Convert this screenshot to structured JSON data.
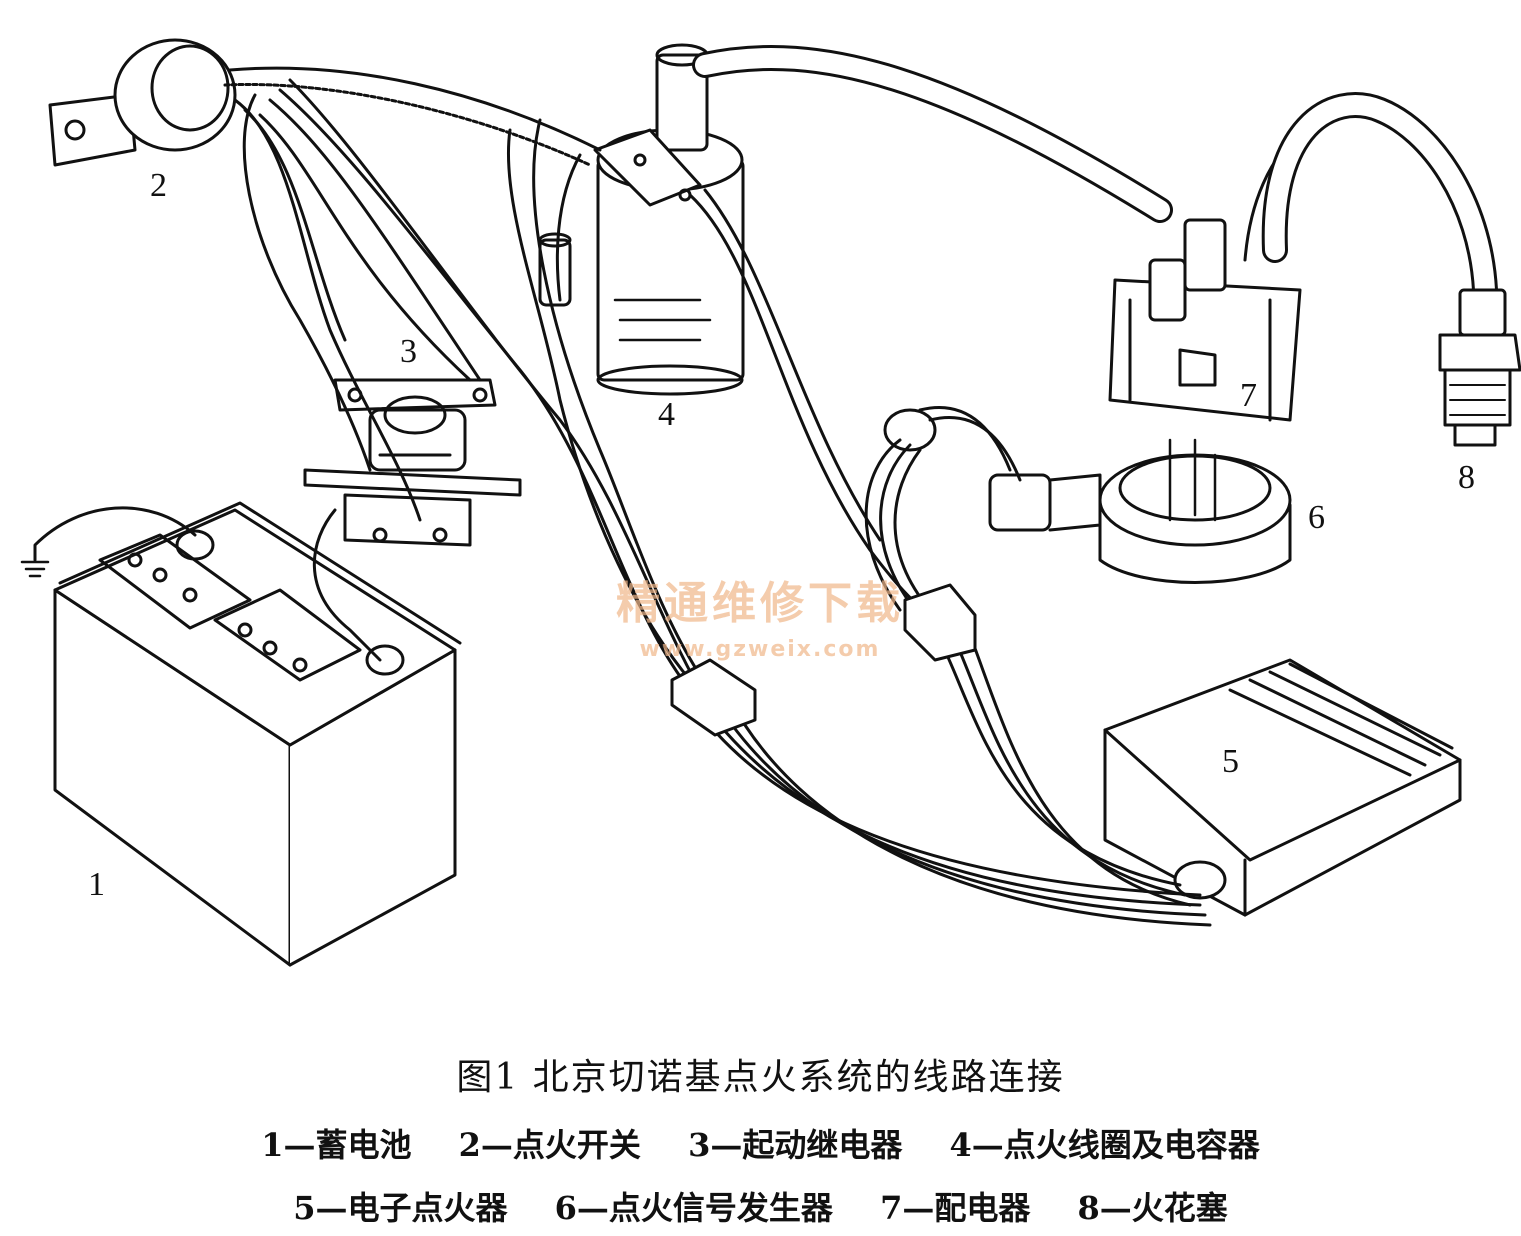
{
  "figure": {
    "title": "图1  北京切诺基点火系统的线路连接",
    "callouts": [
      "1",
      "2",
      "3",
      "4",
      "5",
      "6",
      "7",
      "8"
    ],
    "legend_row_1": [
      "1—蓄电池",
      "2—点火开关",
      "3—起动继电器",
      "4—点火线圈及电容器"
    ],
    "legend_row_2": [
      "5—电子点火器",
      "6—点火信号发生器",
      "7—配电器",
      "8—火花塞"
    ]
  },
  "watermark": {
    "line1": "精通维修下载",
    "line2": "www.gzweix.com"
  },
  "colors": {
    "ink": "#111111",
    "paper": "#ffffff",
    "watermark": "#f0b78a"
  }
}
